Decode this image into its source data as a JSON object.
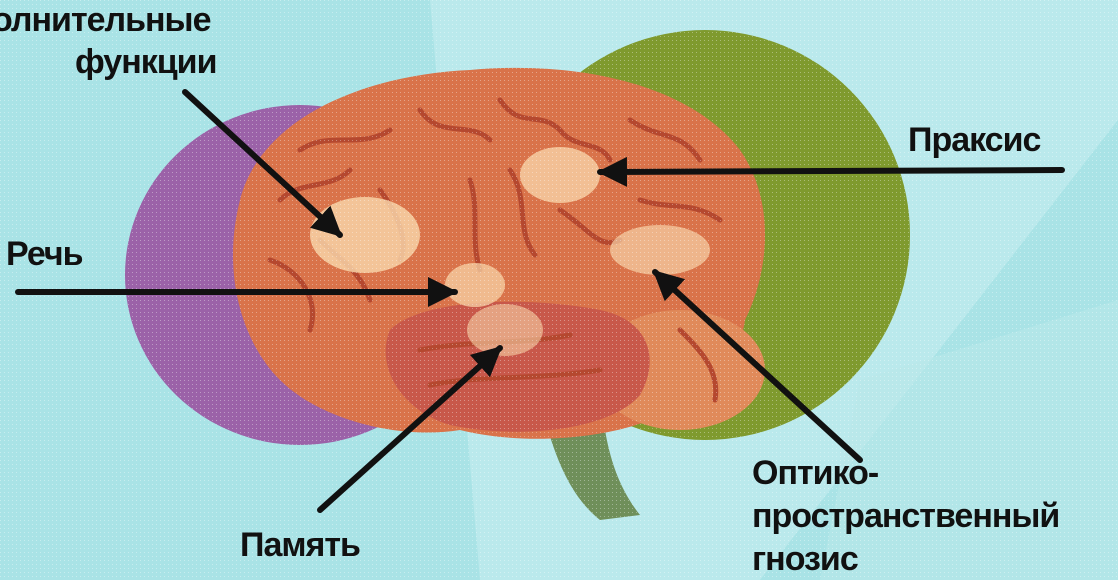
{
  "labels": {
    "executive_line1": "олнительные",
    "executive_line2": "функции",
    "speech": "Речь",
    "praxis": "Праксис",
    "memory": "Память",
    "gnosis_line1": "Оптико-",
    "gnosis_line2": "пространственный",
    "gnosis_line3": "гнозис"
  },
  "colors": {
    "background": "#a9e3e6",
    "background_band": "#c9eef0",
    "purple_zone": "#9b62a8",
    "green_zone": "#7f9a2e",
    "brain": "#d9734a",
    "brain_dark": "#b5482f",
    "highlight": "#f7d2a6",
    "arrow": "#111111"
  }
}
